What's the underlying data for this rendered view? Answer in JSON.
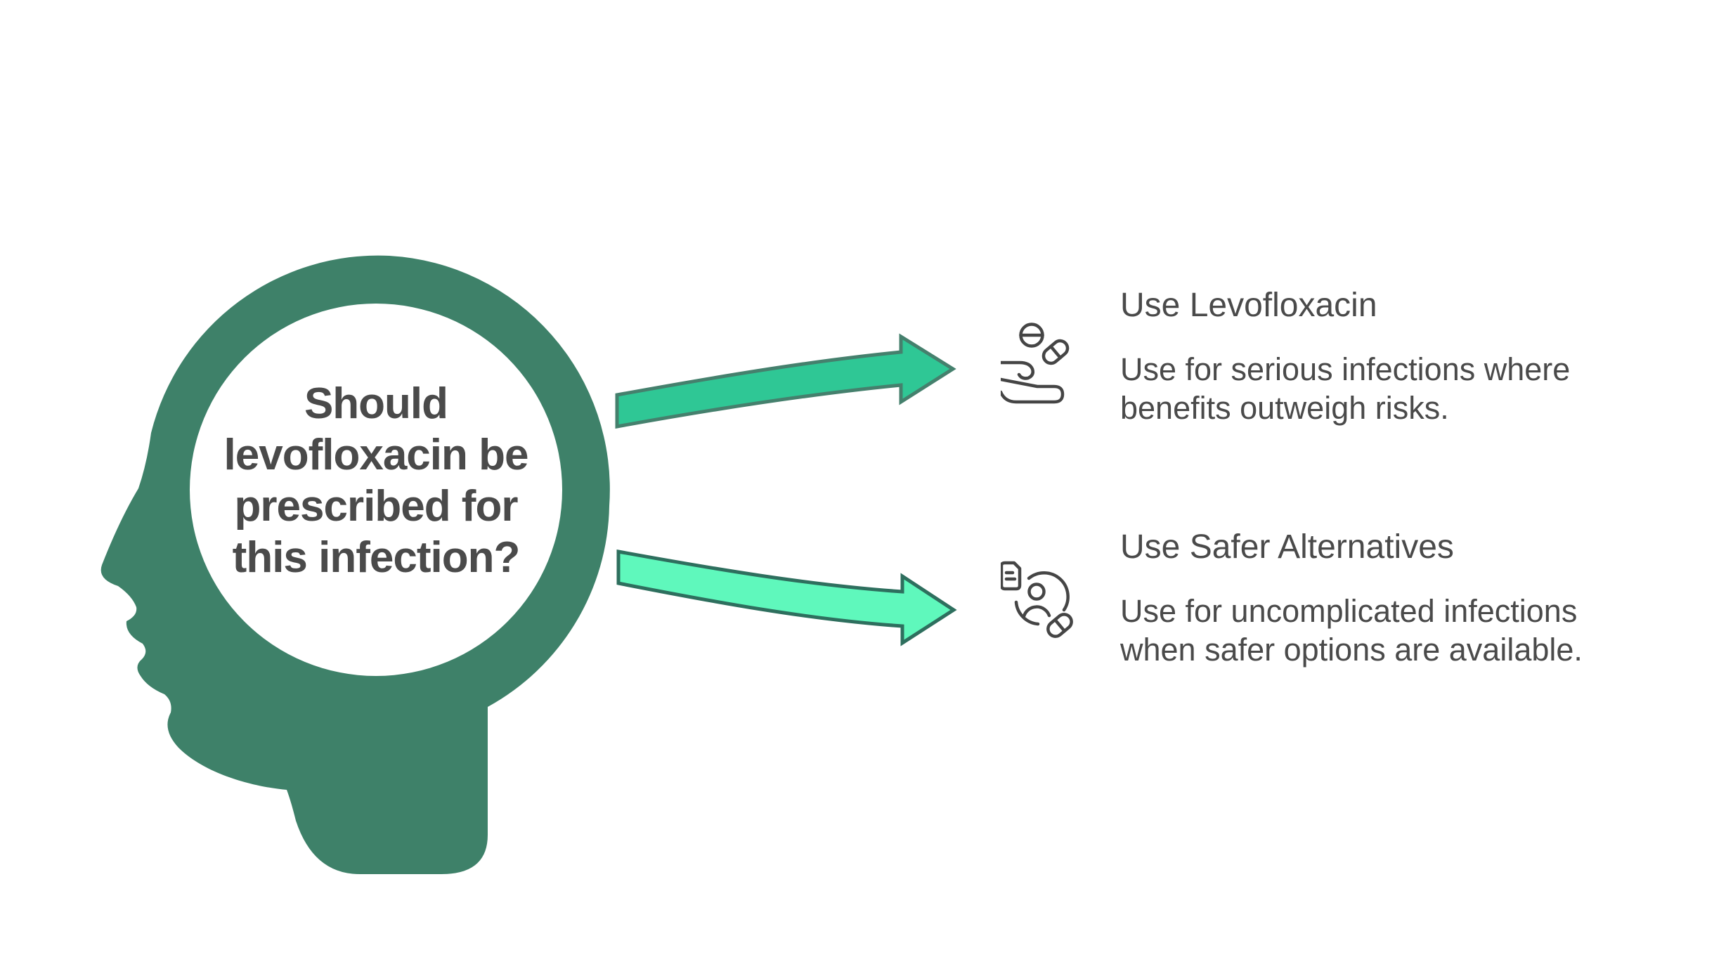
{
  "question": {
    "text": "Should levofloxacin be prescribed for this infection?",
    "lines": [
      "Should",
      "levofloxacin be",
      "prescribed for",
      "this infection?"
    ]
  },
  "options": [
    {
      "title": "Use Levofloxacin",
      "description": "Use for serious infections where benefits outweigh risks.",
      "description_lines": [
        "Use for serious infections where",
        "benefits outweigh risks."
      ],
      "icon": "hand-receiving-pills-icon"
    },
    {
      "title": "Use Safer Alternatives",
      "description": "Use for uncomplicated infections when safer options are available.",
      "description_lines": [
        "Use for uncomplicated infections",
        "when safer options are available."
      ],
      "icon": "prescription-patient-capsule-icon"
    }
  ],
  "colors": {
    "background": "#FFFFFF",
    "head_green": "#3E8169",
    "question_text": "#4A4A4A",
    "option_text": "#4A4A4A",
    "icon_stroke": "#454545",
    "arrow_top_fill": "#2FC795",
    "arrow_top_stroke": "#45806D",
    "arrow_bottom_fill": "#5FF8BC",
    "arrow_bottom_stroke": "#2E6F5E"
  }
}
